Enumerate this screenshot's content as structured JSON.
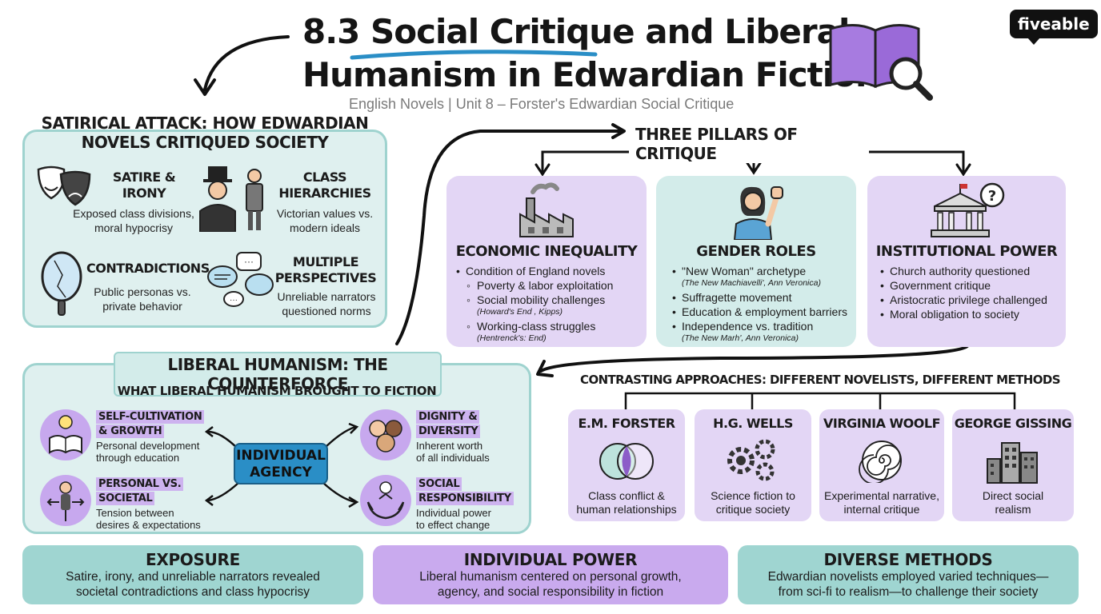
{
  "header": {
    "title_line1": "8.3 Social Critique and Liberal",
    "title_line2": "Humanism in Edwardian Fiction",
    "subtitle": "English Novels | Unit 8 – Forster's Edwardian Social Critique",
    "brand": "fiveable"
  },
  "satire": {
    "heading_line1": "SATIRICAL ATTACK: HOW EDWARDIAN",
    "heading_line2": "NOVELS CRITIQUED SOCIETY",
    "items": [
      {
        "title_line1": "SATIRE &",
        "title_line2": "IRONY",
        "text_line1": "Exposed class divisions,",
        "text_line2": "moral hypocrisy"
      },
      {
        "title_line1": "CLASS",
        "title_line2": "HIERARCHIES",
        "text_line1": "Victorian values vs.",
        "text_line2": "modern ideals"
      },
      {
        "title_line1": "CONTRADICTIONS",
        "title_line2": "",
        "text_line1": "Public personas vs.",
        "text_line2": "private behavior"
      },
      {
        "title_line1": "MULTIPLE",
        "title_line2": "PERSPECTIVES",
        "text_line1": "Unreliable narrators",
        "text_line2": "questioned norms"
      }
    ]
  },
  "pillars": {
    "heading": "THREE PILLARS OF CRITIQUE",
    "economic": {
      "title": "ECONOMIC INEQUALITY",
      "b1": "Condition of England novels",
      "s1": "Poverty & labor exploitation",
      "s2": "Social mobility challenges",
      "n2": "(Howard's End , Kipps)",
      "s3": "Working-class struggles",
      "n3": "(Hentrenck's: End)"
    },
    "gender": {
      "title": "GENDER ROLES",
      "b1": "\"New Woman\" archetype",
      "n1": "(The New Machiavelli', Ann Veronica)",
      "b2": "Suffragette movement",
      "b3": "Education & employment barriers",
      "b4": "Independence vs. tradition",
      "n4": "(The New Marh', Ann Veronica)"
    },
    "institutional": {
      "title": "INSTITUTIONAL POWER",
      "b1": "Church authority questioned",
      "b2": "Government critique",
      "b3": "Aristocratic privilege challenged",
      "b4": "Moral obligation to society"
    }
  },
  "liberal": {
    "heading": "LIBERAL HUMANISM: THE COUNTERFORCE",
    "subheading": "WHAT LIBERAL HUMANISM BROUGHT TO FICTION",
    "center_line1": "INDIVIDUAL",
    "center_line2": "AGENCY",
    "items": [
      {
        "label_line1": "SELF-CULTIVATION",
        "label_line2": "& GROWTH",
        "text_line1": "Personal development",
        "text_line2": "through education"
      },
      {
        "label_line1": "DIGNITY &",
        "label_line2": "DIVERSITY",
        "text_line1": "Inherent worth",
        "text_line2": "of all individuals"
      },
      {
        "label_line1": "PERSONAL vs.",
        "label_line2": "SOCIETAL",
        "text_line1": "Tension between",
        "text_line2": "desires & expectations"
      },
      {
        "label_line1": "SOCIAL",
        "label_line2": "RESPONSIBILITY",
        "text_line1": "Individual power",
        "text_line2": "to effect change"
      }
    ]
  },
  "approaches": {
    "heading": "CONTRASTING APPROACHES: DIFFERENT NOVELISTS, DIFFERENT METHODS",
    "novelists": [
      {
        "name": "E.M. FORSTER",
        "text_line1": "Class conflict &",
        "text_line2": "human relationships"
      },
      {
        "name": "H.G. WELLS",
        "text_line1": "Science fiction to",
        "text_line2": "critique society"
      },
      {
        "name": "VIRGINIA WOOLF",
        "text_line1": "Experimental narrative,",
        "text_line2": "internal critique"
      },
      {
        "name": "GEORGE GISSING",
        "text_line1": "Direct social",
        "text_line2": "realism"
      }
    ]
  },
  "summary": [
    {
      "title": "EXPOSURE",
      "line1": "Satire, irony, and unreliable narrators revealed",
      "line2": "societal contradictions and class hypocrisy"
    },
    {
      "title": "INDIVIDUAL POWER",
      "line1": "Liberal humanism centered on personal growth,",
      "line2": "agency, and social responsibility in fiction"
    },
    {
      "title": "DIVERSE METHODS",
      "line1": "Edwardian novelists employed varied techniques—",
      "line2": "from sci-fi to realism—to challenge their society"
    }
  ],
  "colors": {
    "teal": "#9fd3cf",
    "purple": "#e3d6f5",
    "accent_blue": "#2a8ec6"
  }
}
